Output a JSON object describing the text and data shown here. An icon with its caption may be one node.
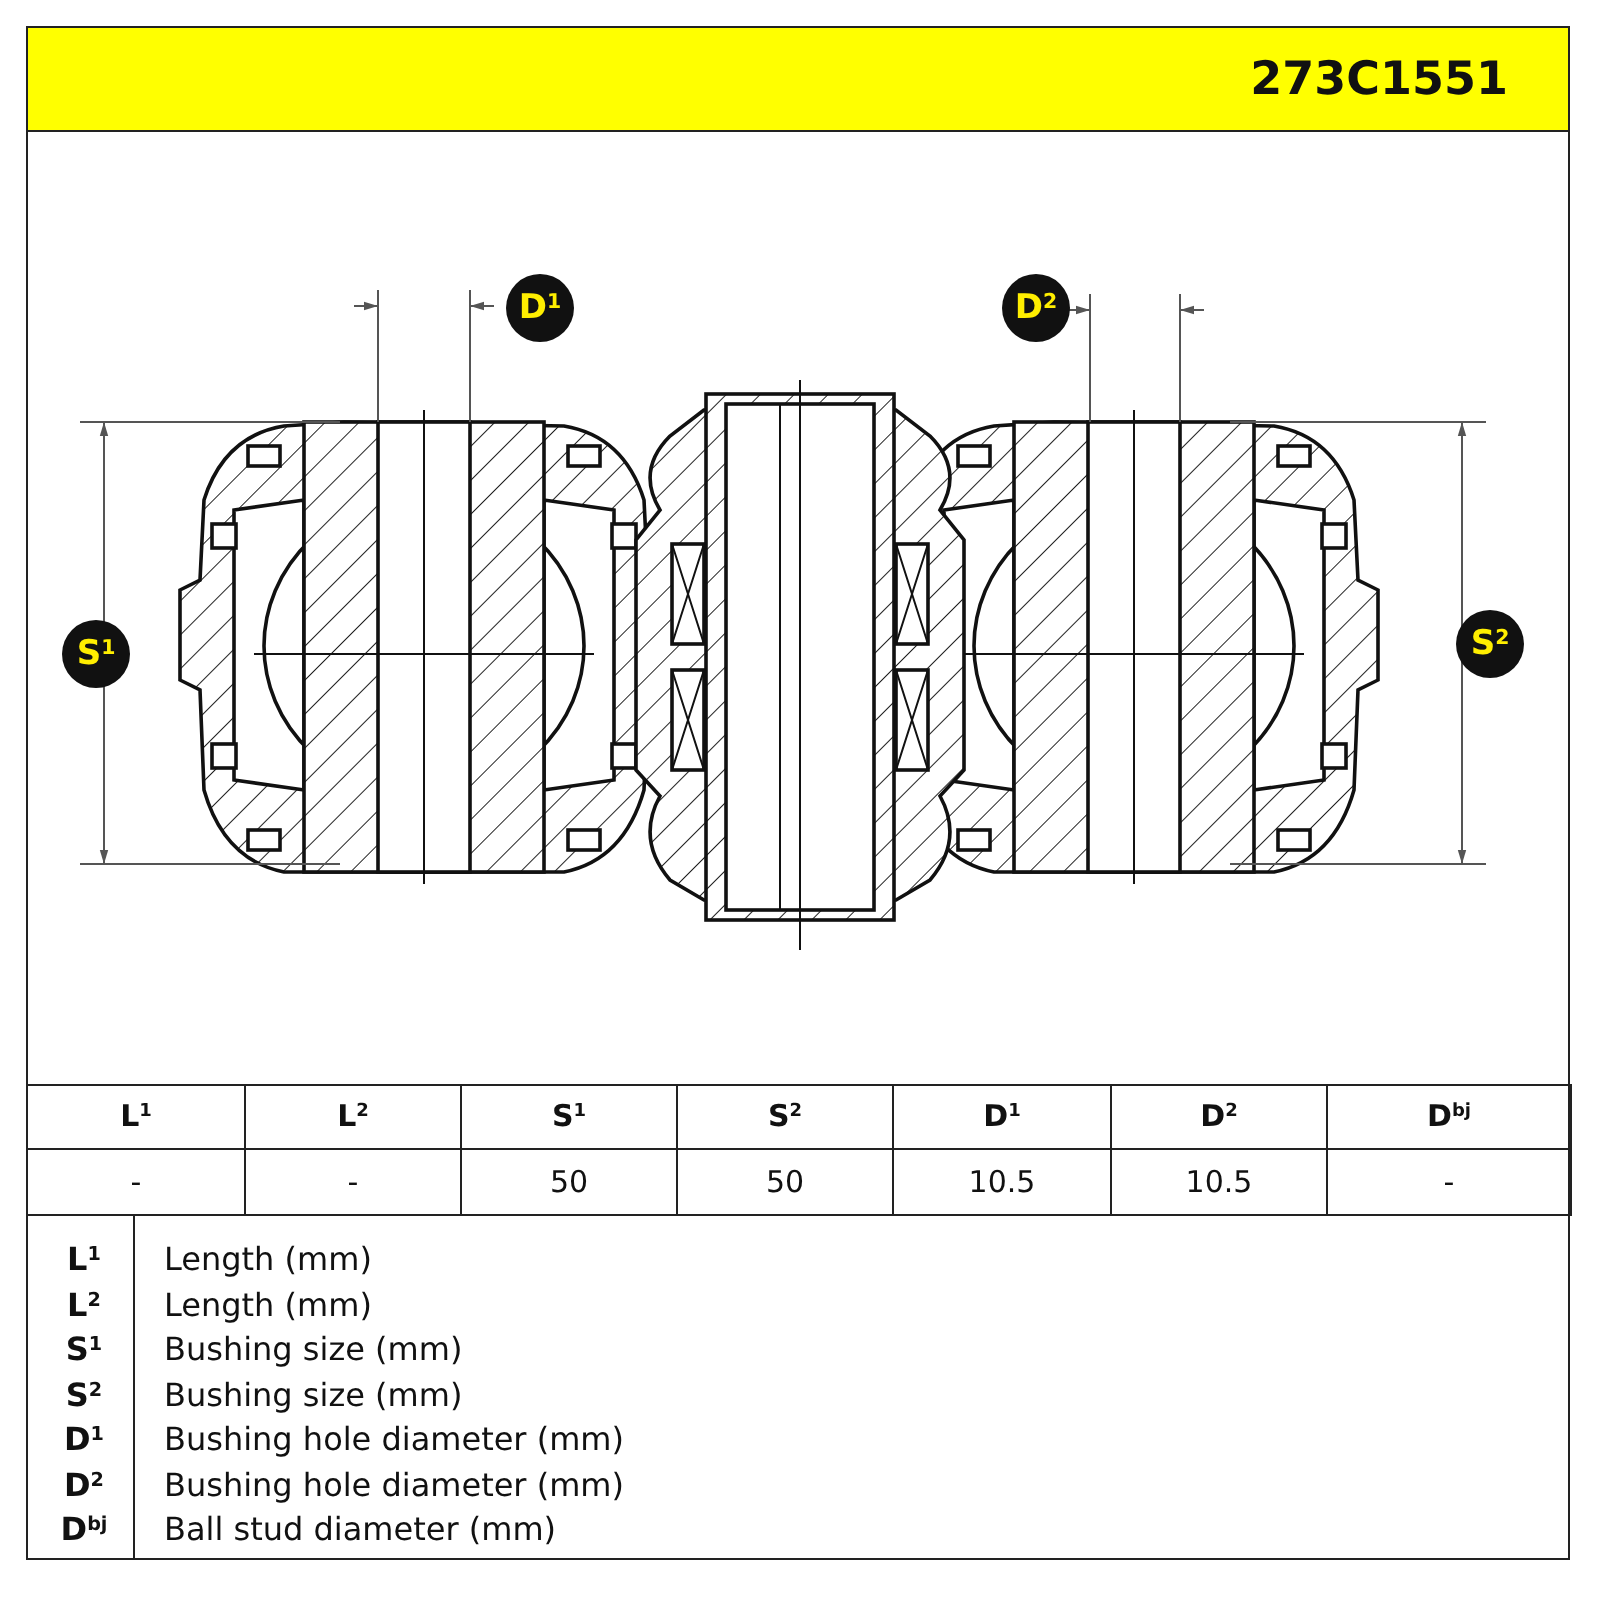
{
  "diagram": {
    "labels": [
      "273C1551",
      "D$^{1}$",
      "D$^{2}$",
      "S$^{1}$",
      "S$^{2}$",
      "L$^{1}$",
      "L$^{2}$",
      "S$^{1}$",
      "S$^{2}$",
      "D$^{1}$",
      "D$^{2}$",
      "D$^{bj}$",
      "-",
      "-",
      "50",
      "50",
      "10.5",
      "10.5",
      "-",
      "L$^{1}$",
      "Length (mm)",
      "L$^{2}$",
      "Length (mm)",
      "S$^{1}$",
      "Bushing size (mm)",
      "S$^{2}$",
      "Bushing size (mm)",
      "D$^{1}$",
      "Bushing hole diameter (mm)",
      "D$^{2}$",
      "Bushing hole diameter (mm)",
      "D$^{bj}$",
      "Ball stud diameter (mm)"
    ]
  }
}
